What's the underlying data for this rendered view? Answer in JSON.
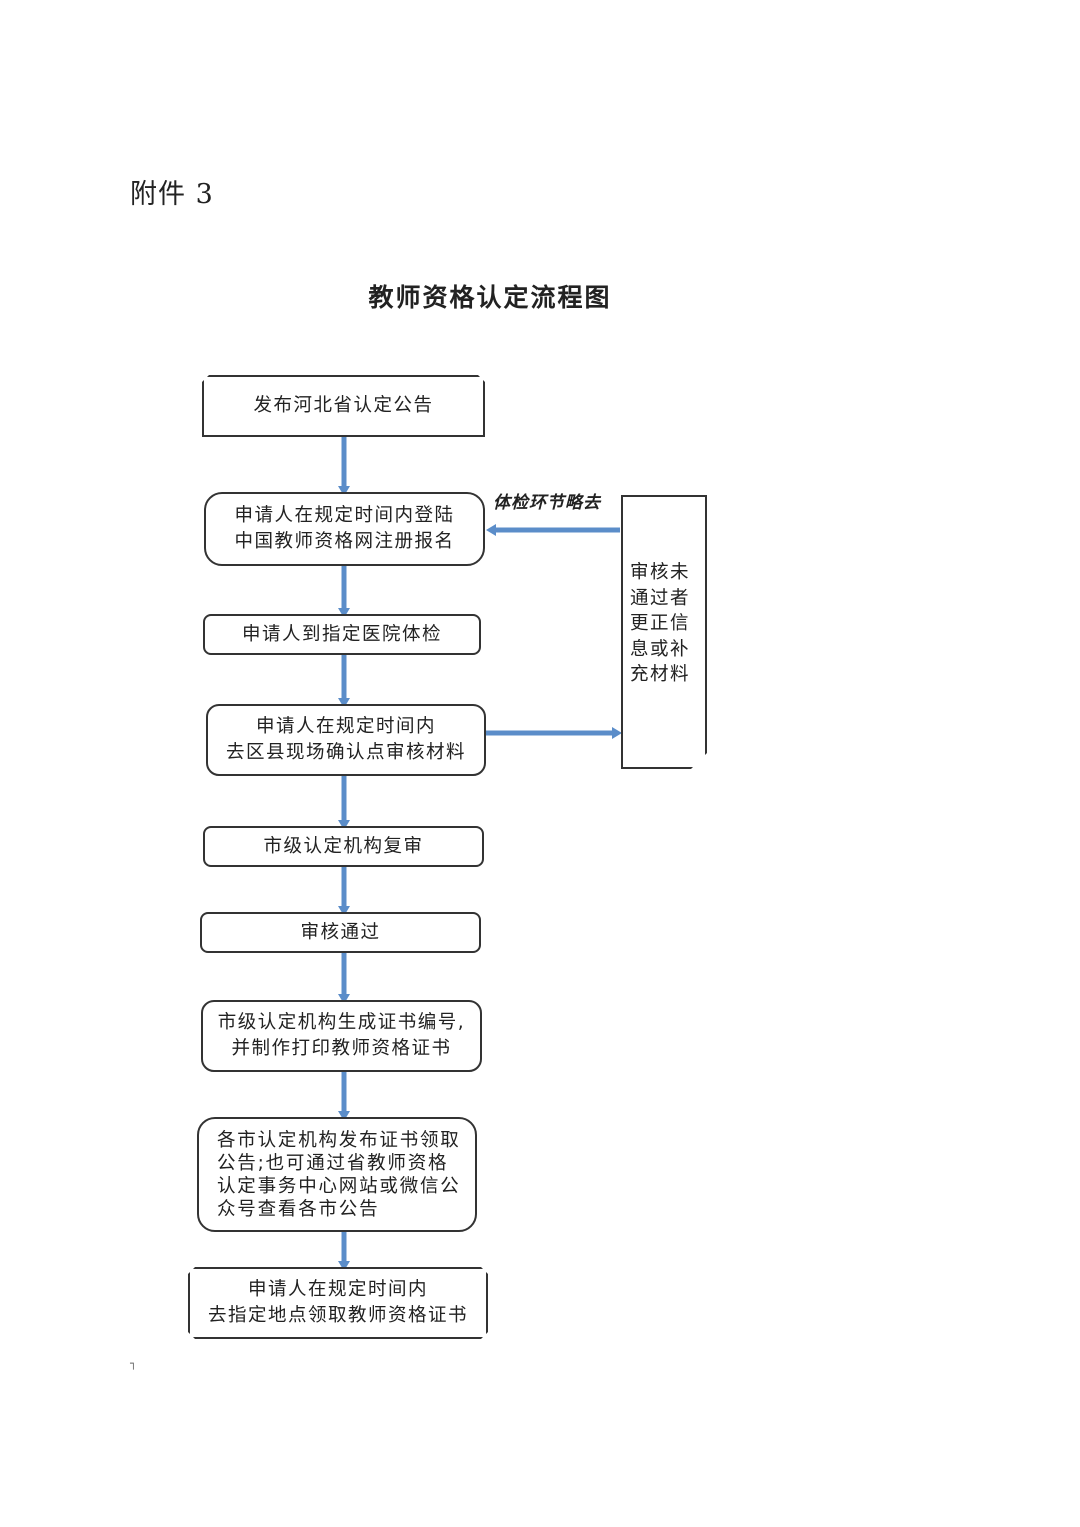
{
  "attachment_label": "附件 3",
  "title": "教师资格认定流程图",
  "steps": [
    "发布河北省认定公告",
    "申请人在规定时间内登陆\n中国教师资格网注册报名",
    "申请人到指定医院体检",
    "申请人在规定时间内\n去区县现场确认点审核材料",
    "市级认定机构复审",
    "审核通过",
    "市级认定机构生成证书编号,\n并制作打印教师资格证书",
    "各市认定机构发布证书领取\n公告;也可通过省教师资格\n认定事务中心网站或微信公\n众号查看各市公告",
    "申请人在规定时间内\n去指定地点领取教师资格证书"
  ],
  "side_note": "审核未\n通过者\n更正信\n息或补\n充材料",
  "side_label": "体检环节略去",
  "corner_mark": "┐",
  "colors": {
    "arrow": "#5b8dc9",
    "border": "#333333"
  }
}
